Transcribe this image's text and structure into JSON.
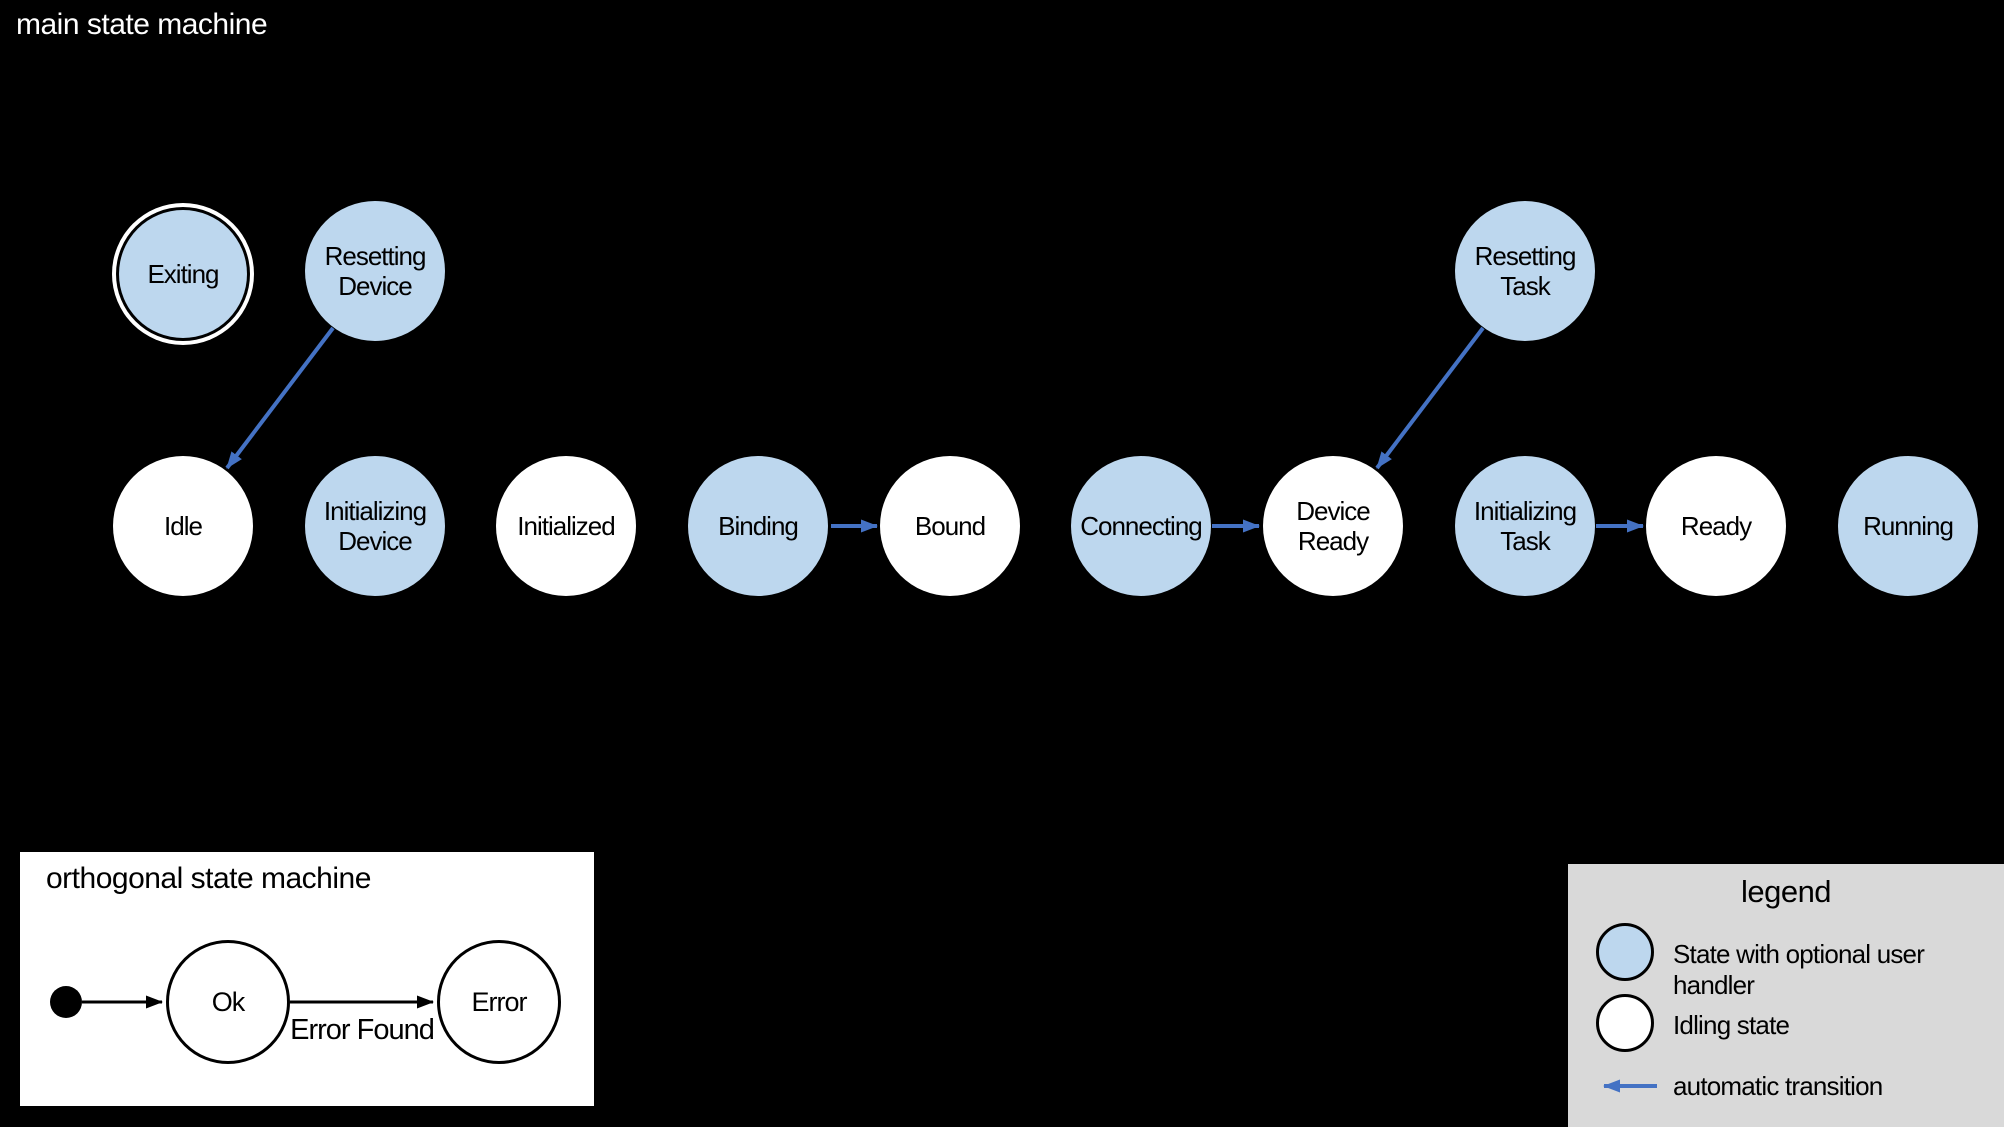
{
  "main": {
    "title": "main state machine",
    "states": [
      {
        "label": "Exiting",
        "kind": "final",
        "fill": "user-handler"
      },
      {
        "label": "Resetting Device",
        "kind": "normal",
        "fill": "user-handler"
      },
      {
        "label": "Resetting Task",
        "kind": "normal",
        "fill": "user-handler"
      },
      {
        "label": "Idle",
        "kind": "normal",
        "fill": "idling"
      },
      {
        "label": "Initializing Device",
        "kind": "normal",
        "fill": "user-handler"
      },
      {
        "label": "Initialized",
        "kind": "normal",
        "fill": "idling"
      },
      {
        "label": "Binding",
        "kind": "normal",
        "fill": "user-handler"
      },
      {
        "label": "Bound",
        "kind": "normal",
        "fill": "idling"
      },
      {
        "label": "Connecting",
        "kind": "normal",
        "fill": "user-handler"
      },
      {
        "label": "Device Ready",
        "kind": "normal",
        "fill": "idling"
      },
      {
        "label": "Initializing Task",
        "kind": "normal",
        "fill": "user-handler"
      },
      {
        "label": "Ready",
        "kind": "normal",
        "fill": "idling"
      },
      {
        "label": "Running",
        "kind": "normal",
        "fill": "user-handler"
      }
    ],
    "transitions": [
      {
        "from": "Resetting Device",
        "to": "Idle",
        "type": "automatic"
      },
      {
        "from": "Binding",
        "to": "Bound",
        "type": "automatic"
      },
      {
        "from": "Connecting",
        "to": "Device Ready",
        "type": "automatic"
      },
      {
        "from": "Resetting Task",
        "to": "Device Ready",
        "type": "automatic"
      },
      {
        "from": "Initializing Task",
        "to": "Ready",
        "type": "automatic"
      }
    ]
  },
  "ortho": {
    "title": "orthogonal state machine",
    "states": [
      {
        "label": "Ok"
      },
      {
        "label": "Error"
      }
    ],
    "transitions": [
      {
        "from": "initial",
        "to": "Ok",
        "label": ""
      },
      {
        "from": "Ok",
        "to": "Error",
        "label": "Error Found"
      }
    ]
  },
  "legend": {
    "title": "legend",
    "items": [
      {
        "swatch": "state-with-user-handler",
        "label": "State with optional user handler"
      },
      {
        "swatch": "idling-state",
        "label": "Idling state"
      },
      {
        "swatch": "automatic-transition",
        "label": "automatic transition"
      }
    ]
  },
  "colors": {
    "background": "#000000",
    "state_user_handler_fill": "#BDD7EE",
    "idling_state_fill": "#FFFFFF",
    "automatic_transition": "#4472C4",
    "legend_background": "#D9D9D9",
    "title_text": "#FFFFFF",
    "label_text": "#000000"
  }
}
